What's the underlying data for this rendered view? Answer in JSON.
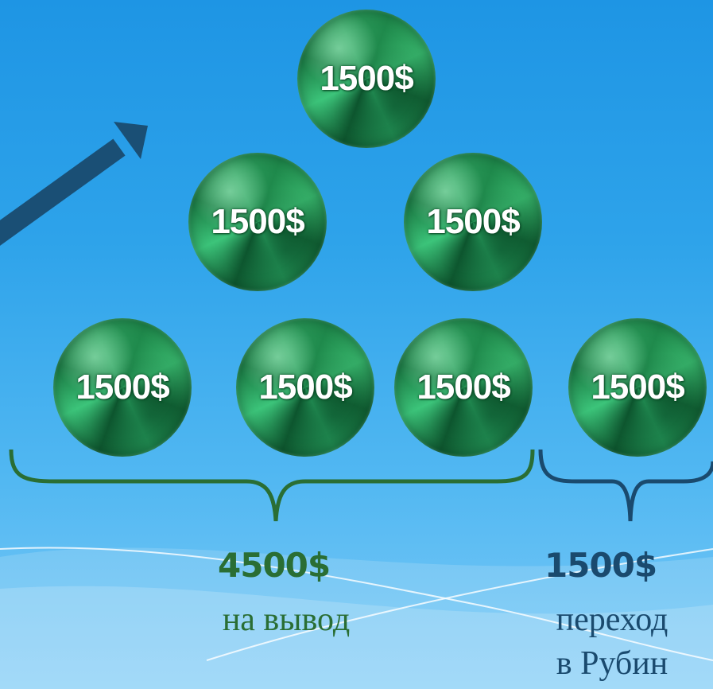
{
  "gems": [
    {
      "label": "1500$"
    },
    {
      "label": "1500$"
    },
    {
      "label": "1500$"
    },
    {
      "label": "1500$"
    },
    {
      "label": "1500$"
    },
    {
      "label": "1500$"
    },
    {
      "label": "1500$"
    }
  ],
  "withdraw": {
    "amount": "4500$",
    "caption": "на вывод",
    "color": "#2a6e34"
  },
  "transfer": {
    "amount": "1500$",
    "caption_line1": "переход",
    "caption_line2": "в Рубин",
    "color": "#1a4a6e"
  },
  "colors": {
    "arrow": "#1a4f75",
    "gem_text": "#ffffff",
    "background": "#2ea3ea"
  }
}
